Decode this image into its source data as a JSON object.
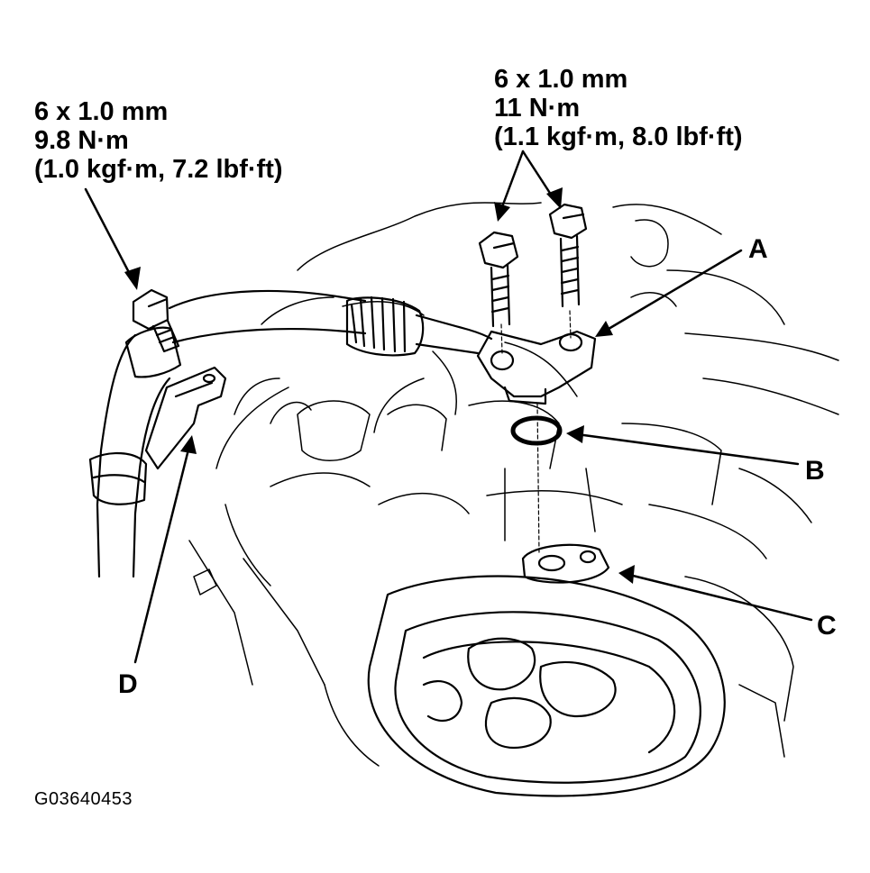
{
  "left_bolt_spec": {
    "size": "6 x 1.0 mm",
    "torque": "9.8 N·m",
    "torque_alt": "(1.0 kgf·m, 7.2 lbf·ft)"
  },
  "right_bolt_spec": {
    "size": "6 x 1.0 mm",
    "torque": "11 N·m",
    "torque_alt": "(1.1 kgf·m, 8.0 lbf·ft)"
  },
  "callouts": {
    "a": "A",
    "b": "B",
    "c": "C",
    "d": "D"
  },
  "figure_id": "G03640453"
}
